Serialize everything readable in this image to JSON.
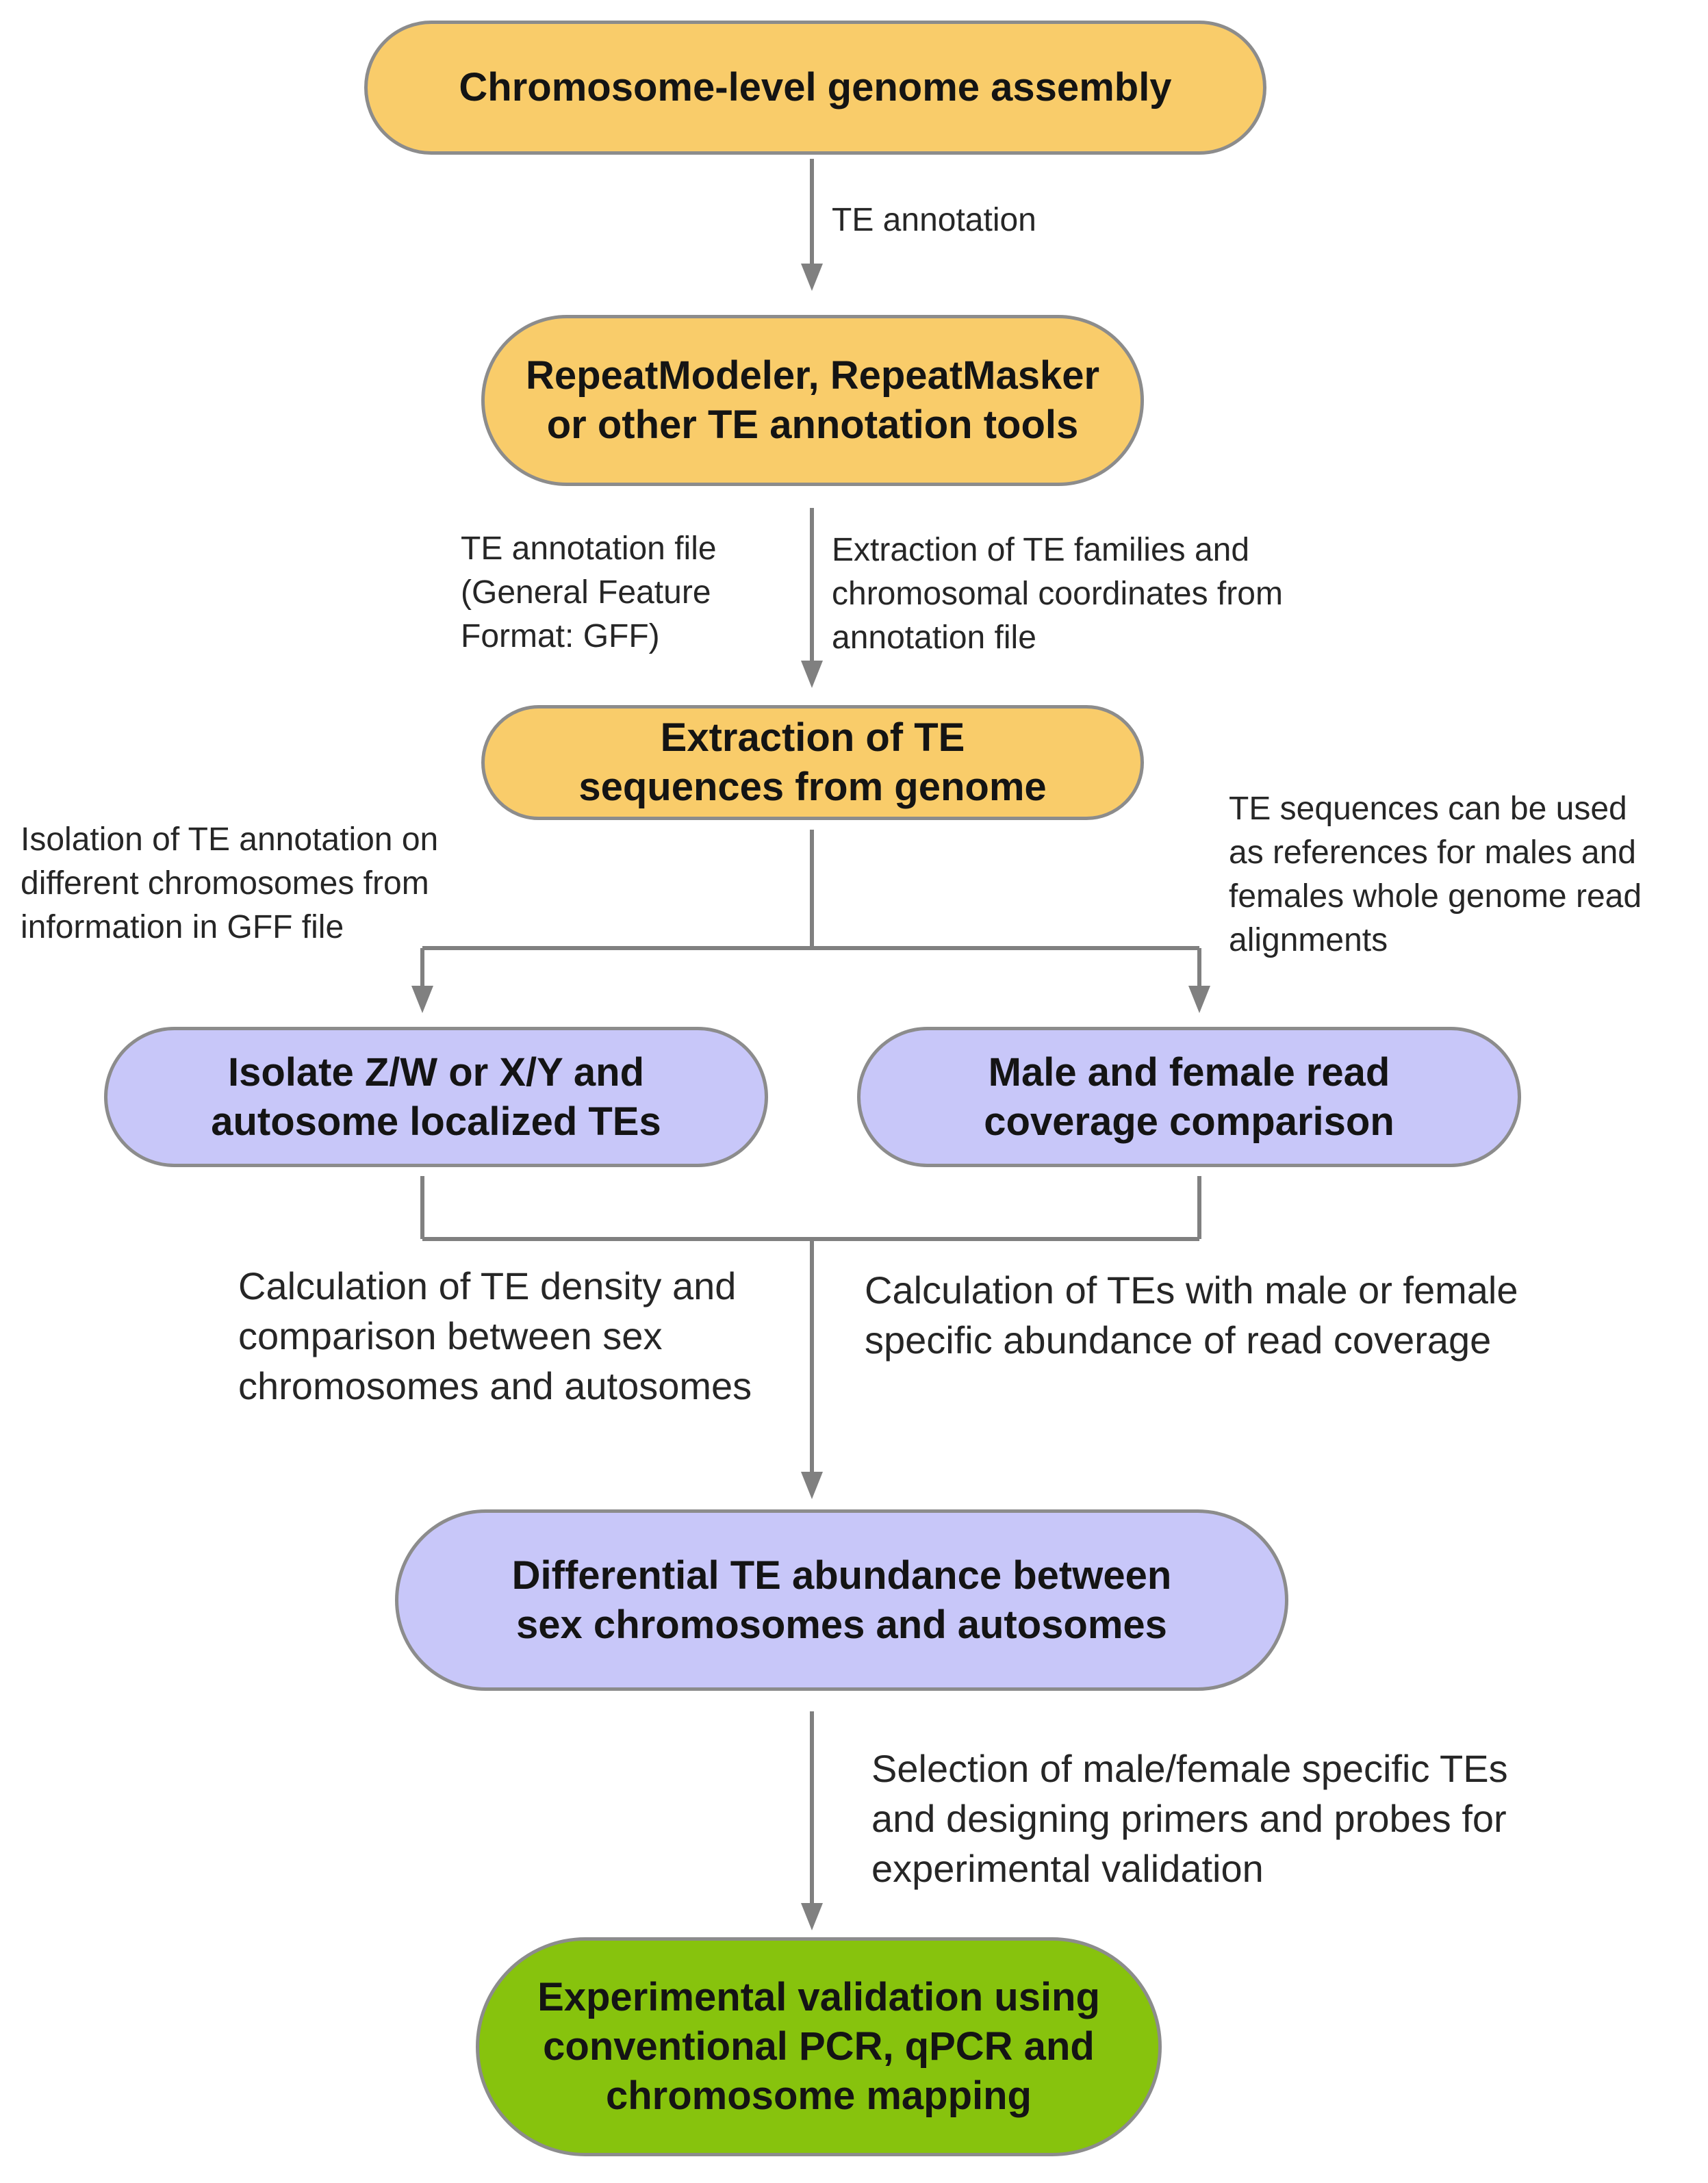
{
  "nodes": {
    "assembly": "Chromosome-level genome assembly",
    "annotation_tools": "RepeatModeler, RepeatMasker\nor other TE annotation tools",
    "extraction": "Extraction of TE\nsequences from genome",
    "isolate": "Isolate Z/W or X/Y and\nautosome localized TEs",
    "coverage": "Male and female read\ncoverage comparison",
    "differential": "Differential TE abundance between\nsex chromosomes and autosomes",
    "validation": "Experimental validation using\nconventional PCR, qPCR and\nchromosome mapping"
  },
  "labels": {
    "te_annotation": "TE annotation",
    "annotation_file": "TE annotation file\n(General Feature\nFormat: GFF)",
    "extraction_families": "Extraction of TE families and\nchromosomal coordinates from\nannotation file",
    "isolation_gff": "Isolation of TE annotation on\ndifferent chromosomes from\ninformation in GFF file",
    "references": "TE sequences can be used\nas references for males and\nfemales whole genome read\nalignments",
    "density": "Calculation of TE density and\ncomparison between sex\nchromosomes and autosomes",
    "specific_abundance": "Calculation of TEs with male or female\nspecific abundance of read coverage",
    "selection": "Selection of male/female specific TEs\nand designing primers and probes for\nexperimental validation"
  },
  "colors": {
    "stage_genome": "#f9cc6a",
    "stage_analysis": "#c8c7f9",
    "stage_validation": "#87c30d",
    "connector": "#808080",
    "border": "#8c8c8c"
  }
}
